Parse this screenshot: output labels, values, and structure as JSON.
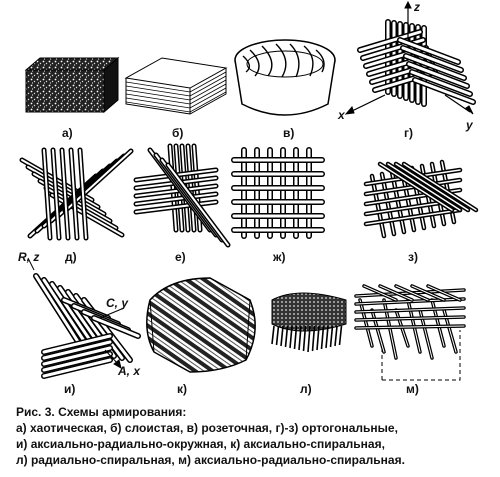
{
  "panels": [
    {
      "id": "a",
      "label": "а)"
    },
    {
      "id": "b",
      "label": "б)"
    },
    {
      "id": "v",
      "label": "в)"
    },
    {
      "id": "g",
      "label": "г)"
    },
    {
      "id": "d",
      "label": "д)"
    },
    {
      "id": "e",
      "label": "е)"
    },
    {
      "id": "zh",
      "label": "ж)"
    },
    {
      "id": "z",
      "label": "з)"
    },
    {
      "id": "i",
      "label": "и)"
    },
    {
      "id": "k",
      "label": "к)"
    },
    {
      "id": "l",
      "label": "л)"
    },
    {
      "id": "m",
      "label": "м)"
    }
  ],
  "axes": {
    "g_z": "z",
    "g_x": "x",
    "g_y": "y",
    "i_rz": "R, z",
    "i_cy": "C, y",
    "i_ax": "A, x"
  },
  "caption": {
    "title": "Рис. 3. Схемы армирования:",
    "line1": "а) хаотическая, б) слоистая, в) розеточная, г)-з) ортогональные,",
    "line2": "и) аксиально-радиально-окружная, к) аксиально-спиральная,",
    "line3": "л) радиально-спиральная, м) аксиально-радиально-спиральная."
  }
}
